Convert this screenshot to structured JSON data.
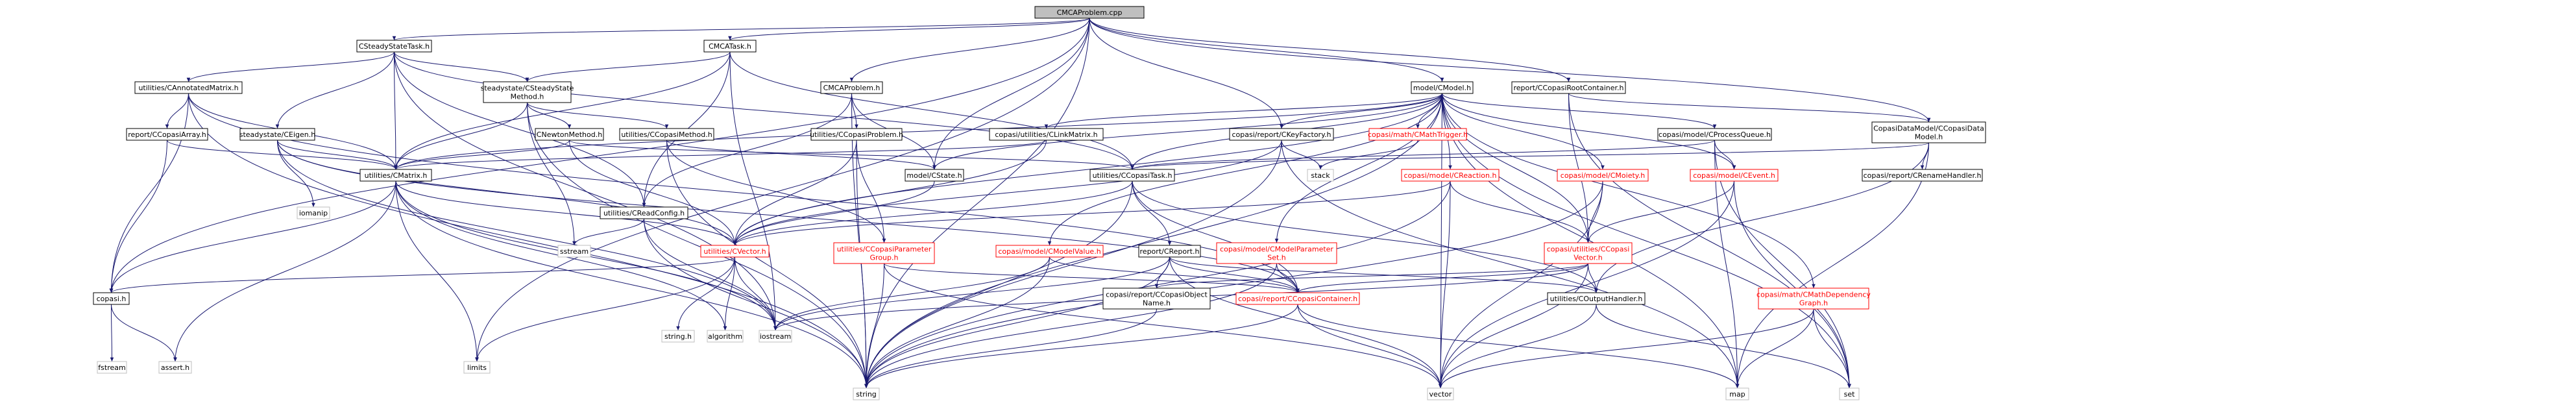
{
  "colors": {
    "edge": "#191970",
    "normal_border": "#000000",
    "normal_fill": "#ffffff",
    "normal_text": "#000000",
    "undoc_border": "#ff0000",
    "undoc_text": "#ff0000",
    "root_fill": "#bfbfbf",
    "ext_border": "#bfbfbf"
  },
  "nodes": [
    {
      "id": "root",
      "lines": [
        "CMCAProblem.cpp"
      ],
      "kind": "root"
    },
    {
      "id": "cssTask",
      "lines": [
        "CSteadyStateTask.h"
      ],
      "kind": "normal"
    },
    {
      "id": "cmcaTask",
      "lines": [
        "CMCATask.h"
      ],
      "kind": "normal"
    },
    {
      "id": "cmcaProblem",
      "lines": [
        "CMCAProblem.h"
      ],
      "kind": "normal"
    },
    {
      "id": "cmodel",
      "lines": [
        "model/CModel.h"
      ],
      "kind": "normal"
    },
    {
      "id": "rootContainer",
      "lines": [
        "report/CCopasiRootContainer.h"
      ],
      "kind": "normal"
    },
    {
      "id": "annotMatrix",
      "lines": [
        "utilities/CAnnotatedMatrix.h"
      ],
      "kind": "normal"
    },
    {
      "id": "ssMethod",
      "lines": [
        "steadystate/CSteadyState",
        "Method.h"
      ],
      "kind": "normal"
    },
    {
      "id": "copasiProblem",
      "lines": [
        "utilities/CCopasiProblem.h"
      ],
      "kind": "normal"
    },
    {
      "id": "linkMatrix",
      "lines": [
        "copasi/utilities/CLinkMatrix.h"
      ],
      "kind": "normal"
    },
    {
      "id": "keyFactory",
      "lines": [
        "copasi/report/CKeyFactory.h"
      ],
      "kind": "normal"
    },
    {
      "id": "mathTrigger",
      "lines": [
        "copasi/math/CMathTrigger.h"
      ],
      "kind": "undoc"
    },
    {
      "id": "processQueue",
      "lines": [
        "copasi/model/CProcessQueue.h"
      ],
      "kind": "normal"
    },
    {
      "id": "dataModel",
      "lines": [
        "CopasiDataModel/CCopasiData",
        "Model.h"
      ],
      "kind": "normal"
    },
    {
      "id": "copasiArray",
      "lines": [
        "report/CCopasiArray.h"
      ],
      "kind": "normal"
    },
    {
      "id": "ceigen",
      "lines": [
        "steadystate/CEigen.h"
      ],
      "kind": "normal"
    },
    {
      "id": "newtonMethod",
      "lines": [
        "CNewtonMethod.h"
      ],
      "kind": "normal"
    },
    {
      "id": "copasiMethod",
      "lines": [
        "utilities/CCopasiMethod.h"
      ],
      "kind": "normal"
    },
    {
      "id": "cstate",
      "lines": [
        "model/CState.h"
      ],
      "kind": "normal"
    },
    {
      "id": "copasiTask",
      "lines": [
        "utilities/CCopasiTask.h"
      ],
      "kind": "normal"
    },
    {
      "id": "creaction",
      "lines": [
        "copasi/model/CReaction.h"
      ],
      "kind": "undoc"
    },
    {
      "id": "cmoiety",
      "lines": [
        "copasi/model/CMoiety.h"
      ],
      "kind": "undoc"
    },
    {
      "id": "cevent",
      "lines": [
        "copasi/model/CEvent.h"
      ],
      "kind": "undoc"
    },
    {
      "id": "renameHandler",
      "lines": [
        "copasi/report/CRenameHandler.h"
      ],
      "kind": "normal"
    },
    {
      "id": "cmatrix",
      "lines": [
        "utilities/CMatrix.h"
      ],
      "kind": "normal"
    },
    {
      "id": "readConfig",
      "lines": [
        "utilities/CReadConfig.h"
      ],
      "kind": "normal"
    },
    {
      "id": "cvector",
      "lines": [
        "utilities/CVector.h"
      ],
      "kind": "undoc"
    },
    {
      "id": "paramGroup",
      "lines": [
        "utilities/CCopasiParameter",
        "Group.h"
      ],
      "kind": "undoc"
    },
    {
      "id": "modelValue",
      "lines": [
        "copasi/model/CModelValue.h"
      ],
      "kind": "undoc"
    },
    {
      "id": "modelParamSet",
      "lines": [
        "copasi/model/CModelParameter",
        "Set.h"
      ],
      "kind": "undoc"
    },
    {
      "id": "creport",
      "lines": [
        "report/CReport.h"
      ],
      "kind": "normal"
    },
    {
      "id": "copasiVector",
      "lines": [
        "copasi/utilities/CCopasi",
        "Vector.h"
      ],
      "kind": "undoc"
    },
    {
      "id": "outputHandler",
      "lines": [
        "utilities/COutputHandler.h"
      ],
      "kind": "normal"
    },
    {
      "id": "mathDepGraph",
      "lines": [
        "copasi/math/CMathDependency",
        "Graph.h"
      ],
      "kind": "undoc"
    },
    {
      "id": "copasiObjName",
      "lines": [
        "copasi/report/CCopasiObject",
        "Name.h"
      ],
      "kind": "normal"
    },
    {
      "id": "copasiContainer",
      "lines": [
        "copasi/report/CCopasiContainer.h"
      ],
      "kind": "undoc"
    },
    {
      "id": "copasiH",
      "lines": [
        "copasi.h"
      ],
      "kind": "normal"
    },
    {
      "id": "iomanip",
      "lines": [
        "iomanip"
      ],
      "kind": "ext"
    },
    {
      "id": "sstream",
      "lines": [
        "sstream"
      ],
      "kind": "ext"
    },
    {
      "id": "stack",
      "lines": [
        "stack"
      ],
      "kind": "ext"
    },
    {
      "id": "stringh",
      "lines": [
        "string.h"
      ],
      "kind": "ext"
    },
    {
      "id": "algorithm",
      "lines": [
        "algorithm"
      ],
      "kind": "ext"
    },
    {
      "id": "iostream",
      "lines": [
        "iostream"
      ],
      "kind": "ext"
    },
    {
      "id": "fstream",
      "lines": [
        "fstream"
      ],
      "kind": "ext"
    },
    {
      "id": "asserth",
      "lines": [
        "assert.h"
      ],
      "kind": "ext"
    },
    {
      "id": "limits",
      "lines": [
        "limits"
      ],
      "kind": "ext"
    },
    {
      "id": "string",
      "lines": [
        "string"
      ],
      "kind": "ext"
    },
    {
      "id": "vector",
      "lines": [
        "vector"
      ],
      "kind": "ext"
    },
    {
      "id": "map",
      "lines": [
        "map"
      ],
      "kind": "ext"
    },
    {
      "id": "set",
      "lines": [
        "set"
      ],
      "kind": "ext"
    }
  ],
  "edges": [
    [
      "root",
      "cssTask"
    ],
    [
      "root",
      "cmcaTask"
    ],
    [
      "root",
      "cmcaProblem"
    ],
    [
      "root",
      "cmodel"
    ],
    [
      "root",
      "rootContainer"
    ],
    [
      "root",
      "dataModel"
    ],
    [
      "root",
      "keyFactory"
    ],
    [
      "root",
      "cstate"
    ],
    [
      "root",
      "copasiH"
    ],
    [
      "root",
      "string"
    ],
    [
      "root",
      "limits"
    ],
    [
      "cssTask",
      "annotMatrix"
    ],
    [
      "cssTask",
      "ssMethod"
    ],
    [
      "cssTask",
      "ceigen"
    ],
    [
      "cssTask",
      "cmatrix"
    ],
    [
      "cssTask",
      "readConfig"
    ],
    [
      "cssTask",
      "copasiTask"
    ],
    [
      "cssTask",
      "iostream"
    ],
    [
      "cmcaTask",
      "ssMethod"
    ],
    [
      "cmcaTask",
      "cmatrix"
    ],
    [
      "cmcaTask",
      "copasiTask"
    ],
    [
      "cmcaTask",
      "readConfig"
    ],
    [
      "cmcaTask",
      "iostream"
    ],
    [
      "cmcaProblem",
      "copasiProblem"
    ],
    [
      "cmcaProblem",
      "cstate"
    ],
    [
      "cmcaProblem",
      "readConfig"
    ],
    [
      "cmcaProblem",
      "string"
    ],
    [
      "cmodel",
      "linkMatrix"
    ],
    [
      "cmodel",
      "keyFactory"
    ],
    [
      "cmodel",
      "mathTrigger"
    ],
    [
      "cmodel",
      "processQueue"
    ],
    [
      "cmodel",
      "creaction"
    ],
    [
      "cmodel",
      "cmoiety"
    ],
    [
      "cmodel",
      "cevent"
    ],
    [
      "cmodel",
      "cstate"
    ],
    [
      "cmodel",
      "cvector"
    ],
    [
      "cmodel",
      "modelValue"
    ],
    [
      "cmodel",
      "modelParamSet"
    ],
    [
      "cmodel",
      "copasiVector"
    ],
    [
      "cmodel",
      "mathDepGraph"
    ],
    [
      "cmodel",
      "cmatrix"
    ],
    [
      "cmodel",
      "copasiTask"
    ],
    [
      "cmodel",
      "map"
    ],
    [
      "cmodel",
      "set"
    ],
    [
      "cmodel",
      "vector"
    ],
    [
      "cmodel",
      "string"
    ],
    [
      "rootContainer",
      "copasiVector"
    ],
    [
      "rootContainer",
      "dataModel"
    ],
    [
      "rootContainer",
      "set"
    ],
    [
      "annotMatrix",
      "copasiArray"
    ],
    [
      "annotMatrix",
      "cmatrix"
    ],
    [
      "annotMatrix",
      "copasiContainer"
    ],
    [
      "annotMatrix",
      "copasiH"
    ],
    [
      "annotMatrix",
      "string"
    ],
    [
      "ssMethod",
      "newtonMethod"
    ],
    [
      "ssMethod",
      "copasiMethod"
    ],
    [
      "ssMethod",
      "cmatrix"
    ],
    [
      "ssMethod",
      "sstream"
    ],
    [
      "ssMethod",
      "string"
    ],
    [
      "copasiProblem",
      "paramGroup"
    ],
    [
      "copasiProblem",
      "cvector"
    ],
    [
      "copasiProblem",
      "string"
    ],
    [
      "linkMatrix",
      "cmatrix"
    ],
    [
      "linkMatrix",
      "cvector"
    ],
    [
      "keyFactory",
      "stack"
    ],
    [
      "keyFactory",
      "cvector"
    ],
    [
      "keyFactory",
      "map"
    ],
    [
      "keyFactory",
      "string"
    ],
    [
      "mathTrigger",
      "stack"
    ],
    [
      "processQueue",
      "cevent"
    ],
    [
      "processQueue",
      "map"
    ],
    [
      "processQueue",
      "set"
    ],
    [
      "processQueue",
      "copasiTask"
    ],
    [
      "dataModel",
      "copasiTask"
    ],
    [
      "dataModel",
      "renameHandler"
    ],
    [
      "dataModel",
      "outputHandler"
    ],
    [
      "dataModel",
      "map"
    ],
    [
      "copasiArray",
      "cmatrix"
    ],
    [
      "copasiArray",
      "copasiH"
    ],
    [
      "ceigen",
      "cmatrix"
    ],
    [
      "ceigen",
      "iomanip"
    ],
    [
      "ceigen",
      "cvector"
    ],
    [
      "ceigen",
      "iostream"
    ],
    [
      "ceigen",
      "copasiContainer"
    ],
    [
      "newtonMethod",
      "cmatrix"
    ],
    [
      "newtonMethod",
      "cvector"
    ],
    [
      "newtonMethod",
      "copasiTask"
    ],
    [
      "copasiMethod",
      "paramGroup"
    ],
    [
      "copasiMethod",
      "cstate"
    ],
    [
      "copasiMethod",
      "string"
    ],
    [
      "cstate",
      "cvector"
    ],
    [
      "copasiTask",
      "creport"
    ],
    [
      "copasiTask",
      "cvector"
    ],
    [
      "copasiTask",
      "outputHandler"
    ],
    [
      "copasiTask",
      "copasiContainer"
    ],
    [
      "copasiTask",
      "string"
    ],
    [
      "creaction",
      "copasiVector"
    ],
    [
      "creaction",
      "vector"
    ],
    [
      "creaction",
      "string"
    ],
    [
      "creaction",
      "cvector"
    ],
    [
      "cmoiety",
      "copasiVector"
    ],
    [
      "cmoiety",
      "vector"
    ],
    [
      "cmoiety",
      "string"
    ],
    [
      "cevent",
      "copasiVector"
    ],
    [
      "cevent",
      "vector"
    ],
    [
      "cevent",
      "set"
    ],
    [
      "cmatrix",
      "cvector"
    ],
    [
      "cmatrix",
      "copasiH"
    ],
    [
      "cmatrix",
      "algorithm"
    ],
    [
      "cmatrix",
      "iostream"
    ],
    [
      "cmatrix",
      "asserth"
    ],
    [
      "cmatrix",
      "limits"
    ],
    [
      "cmatrix",
      "string"
    ],
    [
      "readConfig",
      "string"
    ],
    [
      "readConfig",
      "iostream"
    ],
    [
      "readConfig",
      "sstream"
    ],
    [
      "cvector",
      "algorithm"
    ],
    [
      "cvector",
      "iostream"
    ],
    [
      "cvector",
      "stringh"
    ],
    [
      "cvector",
      "copasiH"
    ],
    [
      "cvector",
      "limits"
    ],
    [
      "paramGroup",
      "copasiContainer"
    ],
    [
      "paramGroup",
      "vector"
    ],
    [
      "paramGroup",
      "string"
    ],
    [
      "modelValue",
      "copasiContainer"
    ],
    [
      "modelValue",
      "string"
    ],
    [
      "modelValue",
      "iostream"
    ],
    [
      "modelParamSet",
      "copasiContainer"
    ],
    [
      "modelParamSet",
      "string"
    ],
    [
      "creport",
      "copasiObjName"
    ],
    [
      "creport",
      "copasiContainer"
    ],
    [
      "creport",
      "outputHandler"
    ],
    [
      "creport",
      "iostream"
    ],
    [
      "creport",
      "vector"
    ],
    [
      "creport",
      "string"
    ],
    [
      "copasiVector",
      "copasiContainer"
    ],
    [
      "copasiVector",
      "outputHandler"
    ],
    [
      "copasiVector",
      "copasiObjName"
    ],
    [
      "copasiVector",
      "vector"
    ],
    [
      "copasiVector",
      "iostream"
    ],
    [
      "outputHandler",
      "vector"
    ],
    [
      "outputHandler",
      "set"
    ],
    [
      "mathDepGraph",
      "map"
    ],
    [
      "mathDepGraph",
      "set"
    ],
    [
      "mathDepGraph",
      "vector"
    ],
    [
      "copasiObjName",
      "string"
    ],
    [
      "copasiContainer",
      "string"
    ],
    [
      "copasiContainer",
      "map"
    ],
    [
      "copasiContainer",
      "vector"
    ],
    [
      "copasiH",
      "asserth"
    ],
    [
      "copasiH",
      "fstream"
    ]
  ]
}
